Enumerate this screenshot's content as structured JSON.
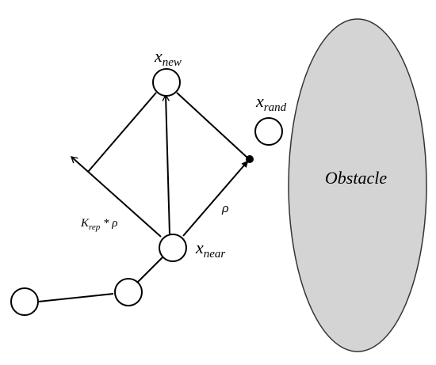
{
  "labels": {
    "x_new": {
      "base": "x",
      "sub": "new"
    },
    "x_rand": {
      "base": "x",
      "sub": "rand"
    },
    "x_near": {
      "base": "x",
      "sub": "near"
    },
    "rho": "ρ",
    "k_rep": {
      "base": "K",
      "sub": "rep",
      "suffix": " * ρ"
    },
    "obstacle": "Obstacle"
  },
  "colors": {
    "stroke": "#000000",
    "node_fill": "#ffffff",
    "obstacle_fill": "#d4d4d4",
    "obstacle_stroke": "#333333"
  }
}
